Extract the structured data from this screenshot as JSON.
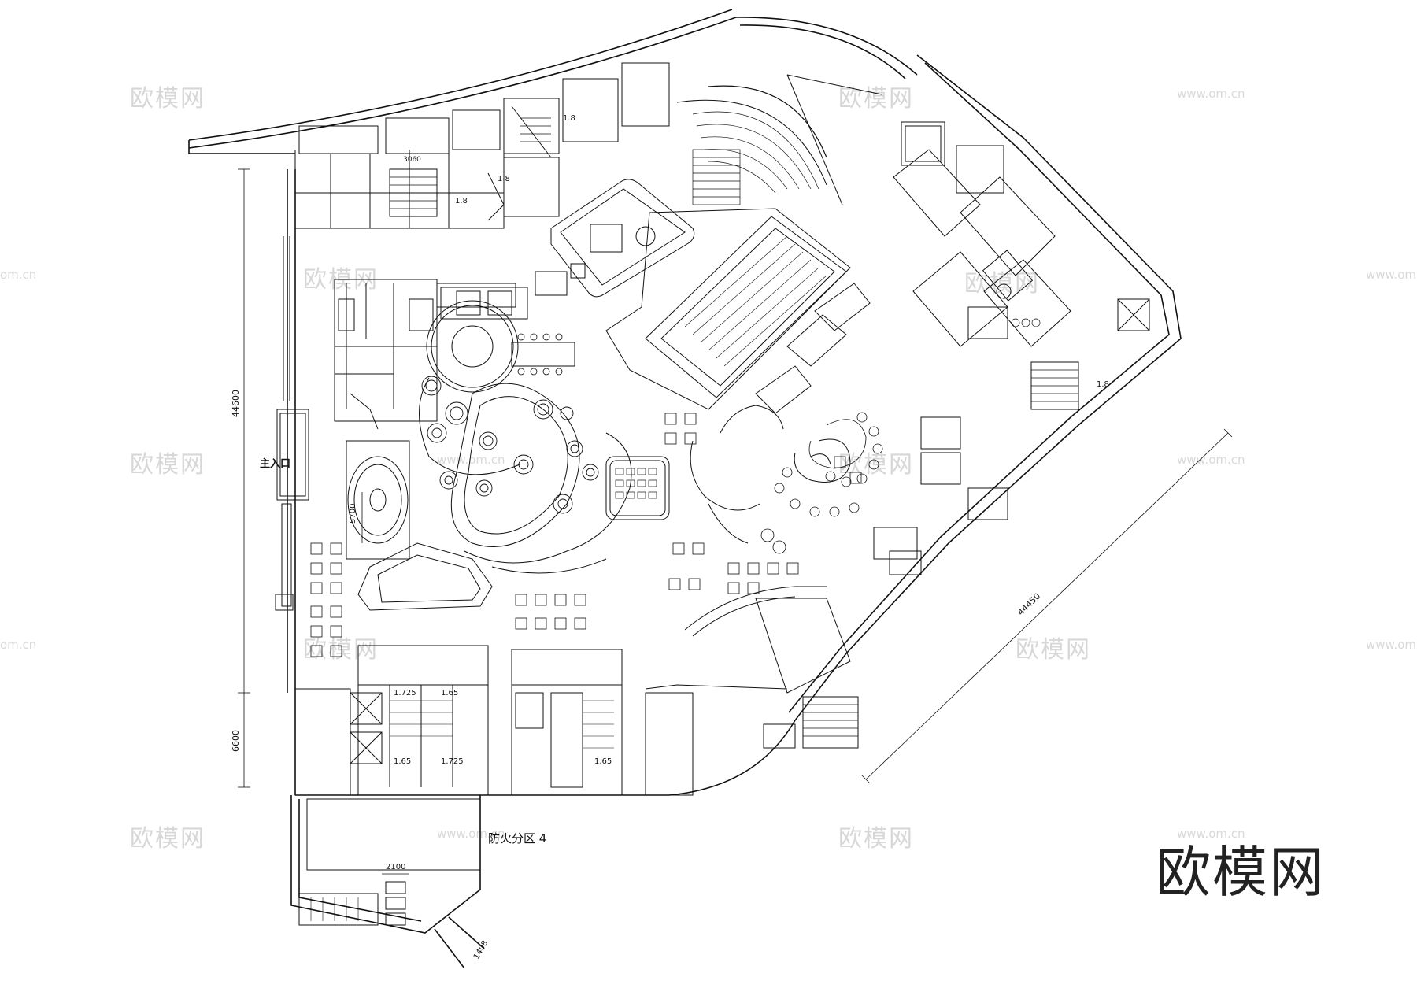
{
  "labels": {
    "main_entrance": "主入口",
    "fire_zone": "防火分区 4",
    "logo": "欧模网"
  },
  "watermarks": {
    "text": "欧模网",
    "url": "www.om.cn",
    "url_partial": "om.cn"
  },
  "dimensions": {
    "left_span": "44600",
    "left_lower": "6600",
    "diagonal": "44450",
    "mid_5700": "5700",
    "bottom_2100": "2100",
    "bottom_1408": "1408",
    "top_3060": "3060",
    "stair_1725_a": "1.725",
    "stair_165_a": "1.65",
    "stair_165_b": "1.65",
    "stair_1725_b": "1.725",
    "stair_165_c": "1.65",
    "stair_18_a": "1.8",
    "stair_18_b": "1.8",
    "stair_18_c": "1.8",
    "stair_18_d": "1.8"
  },
  "colors": {
    "line": "#111111",
    "watermark": "#d7d7d7",
    "background": "#ffffff"
  }
}
